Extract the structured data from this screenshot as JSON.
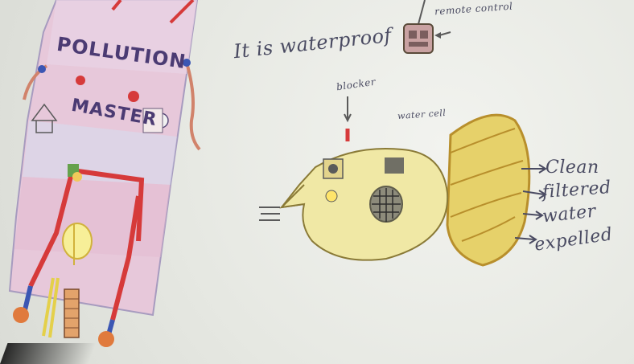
{
  "robot": {
    "title_line1": "POLLUTION",
    "title_line2": "MASTER"
  },
  "notes": {
    "waterproof": "It is waterproof",
    "remote_control": "remote control",
    "water_label_top": "blocker",
    "water_cell_label": "water cell"
  },
  "fish_output": {
    "line1": "Clean",
    "line2": "filtered",
    "line3": "water",
    "line4": "expelled"
  },
  "colors": {
    "paper": "#e9ebe6",
    "robot_body": "#e6c7d9",
    "robot_lines": "#d63a3a",
    "robot_blue": "#3b56b3",
    "fish_body": "#efe7a1",
    "fish_tail": "#e2cd63",
    "pencil": "#4a4b62"
  }
}
